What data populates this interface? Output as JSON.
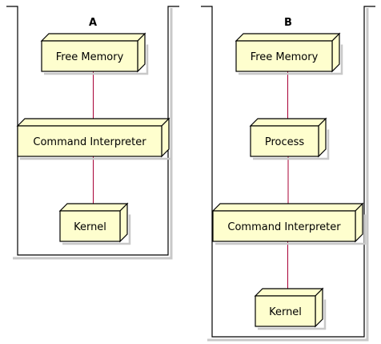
{
  "colors": {
    "node_fill": "#FEFECE",
    "node_stroke": "#000000",
    "edge": "#A80036",
    "container_stroke": "#000000",
    "shadow": "#C8C8C8"
  },
  "containers": [
    {
      "id": "A",
      "title": "A",
      "nodes": [
        {
          "id": "a-free-memory",
          "label": "Free Memory"
        },
        {
          "id": "a-command-interpreter",
          "label": "Command Interpreter"
        },
        {
          "id": "a-kernel",
          "label": "Kernel"
        }
      ],
      "edges": [
        [
          "a-free-memory",
          "a-command-interpreter"
        ],
        [
          "a-command-interpreter",
          "a-kernel"
        ]
      ]
    },
    {
      "id": "B",
      "title": "B",
      "nodes": [
        {
          "id": "b-free-memory",
          "label": "Free Memory"
        },
        {
          "id": "b-process",
          "label": "Process"
        },
        {
          "id": "b-command-interpreter",
          "label": "Command Interpreter"
        },
        {
          "id": "b-kernel",
          "label": "Kernel"
        }
      ],
      "edges": [
        [
          "b-free-memory",
          "b-process"
        ],
        [
          "b-process",
          "b-command-interpreter"
        ],
        [
          "b-command-interpreter",
          "b-kernel"
        ]
      ]
    }
  ]
}
